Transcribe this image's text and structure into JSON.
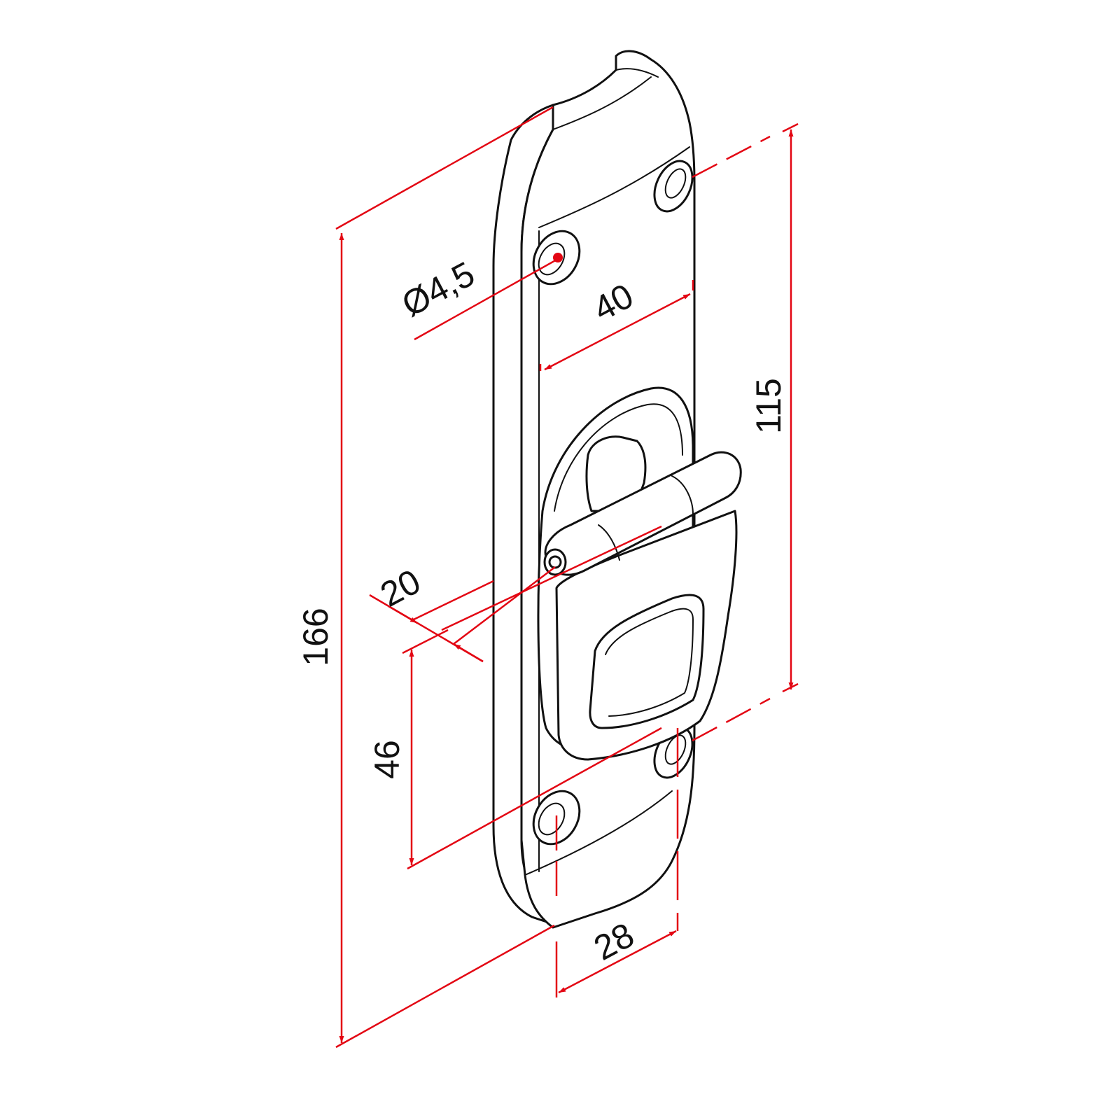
{
  "colors": {
    "dimension": "#e30613",
    "outline": "#111111",
    "background": "#ffffff"
  },
  "dimensions": {
    "overall_length": "166",
    "hole_spacing": "115",
    "hole_diameter": "Ø4,5",
    "plate_width": "40",
    "pin_offset": "20",
    "pin_to_hole": "46",
    "hole_width_spacing": "28"
  }
}
